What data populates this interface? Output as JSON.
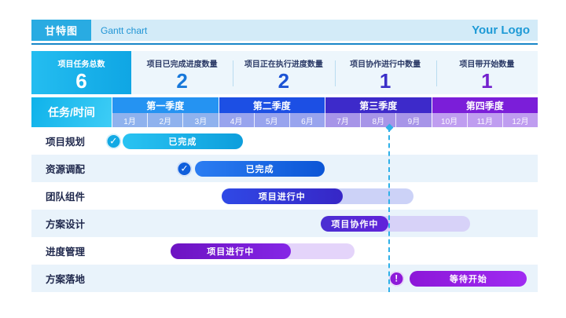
{
  "header": {
    "title": "甘特图",
    "subtitle": "Gantt chart",
    "logo": "Your Logo"
  },
  "stats": {
    "cards": [
      {
        "label": "项目任务总数",
        "value": "6",
        "active": true,
        "number_color": "#ffffff"
      },
      {
        "label": "项目已完成进度数量",
        "value": "2",
        "active": false,
        "number_color": "#1778da"
      },
      {
        "label": "项目正在执行进度数量",
        "value": "2",
        "active": false,
        "number_color": "#1c53d4"
      },
      {
        "label": "项目协作进行中数量",
        "value": "1",
        "active": false,
        "number_color": "#3a2fc8"
      },
      {
        "label": "项目带开始数量",
        "value": "1",
        "active": false,
        "number_color": "#7420ce"
      }
    ]
  },
  "chart_data": {
    "type": "gantt",
    "corner_label": "任务/时间",
    "time_axis": {
      "unit": "month",
      "months_total": 12,
      "today_month": 7.8
    },
    "quarters": [
      {
        "label": "第一季度",
        "months": [
          "1月",
          "2月",
          "3月"
        ],
        "header_color": "#2593f2",
        "month_color": "#8fb2ee"
      },
      {
        "label": "第二季度",
        "months": [
          "4月",
          "5月",
          "6月"
        ],
        "header_color": "#1c4fe4",
        "month_color": "#98a4ee"
      },
      {
        "label": "第三季度",
        "months": [
          "7月",
          "8月",
          "9月"
        ],
        "header_color": "#3d2aca",
        "month_color": "#a795e8"
      },
      {
        "label": "第四季度",
        "months": [
          "10月",
          "11月",
          "12月"
        ],
        "header_color": "#7b1ed9",
        "month_color": "#bf9df0"
      }
    ],
    "tasks": [
      {
        "name": "项目规划",
        "bar_label": "已完成",
        "start": 0.3,
        "end": 3.7,
        "plan_end": null,
        "badge": "check",
        "badge_color": "#12a9e4",
        "badge_month": 0.05,
        "bar_from": "#29c3f2",
        "bar_to": "#0d9edc",
        "plan_color": null
      },
      {
        "name": "资源调配",
        "bar_label": "已完成",
        "start": 2.35,
        "end": 6.0,
        "plan_end": null,
        "badge": "check",
        "badge_color": "#0f5fdc",
        "badge_month": 2.05,
        "bar_from": "#2b7df2",
        "bar_to": "#0b55d6",
        "plan_color": null
      },
      {
        "name": "团队组件",
        "bar_label": "项目进行中",
        "start": 3.1,
        "end": 6.5,
        "plan_end": 8.5,
        "badge": null,
        "badge_color": null,
        "badge_month": null,
        "bar_from": "#2f49e6",
        "bar_to": "#3726c6",
        "plan_color": "#ccd2f7"
      },
      {
        "name": "方案设计",
        "bar_label": "项目协作中",
        "start": 5.9,
        "end": 7.8,
        "plan_end": 10.1,
        "badge": null,
        "badge_color": null,
        "badge_month": null,
        "bar_from": "#4a2ed2",
        "bar_to": "#6223da",
        "plan_color": "#d7d2f8"
      },
      {
        "name": "进度管理",
        "bar_label": "项目进行中",
        "start": 1.65,
        "end": 5.05,
        "plan_end": 6.85,
        "badge": null,
        "badge_color": null,
        "badge_month": null,
        "bar_from": "#6d13c2",
        "bar_to": "#8526e6",
        "plan_color": "#e4d4fa"
      },
      {
        "name": "方案落地",
        "bar_label": "等待开始",
        "start": 8.4,
        "end": 11.7,
        "plan_end": null,
        "badge": "exclaim",
        "badge_color": "#8d1bd9",
        "badge_month": 8.02,
        "bar_from": "#8c17d8",
        "bar_to": "#a02cf2",
        "plan_color": null
      }
    ],
    "badge_glyphs": {
      "check": "✓",
      "exclaim": "!"
    }
  }
}
